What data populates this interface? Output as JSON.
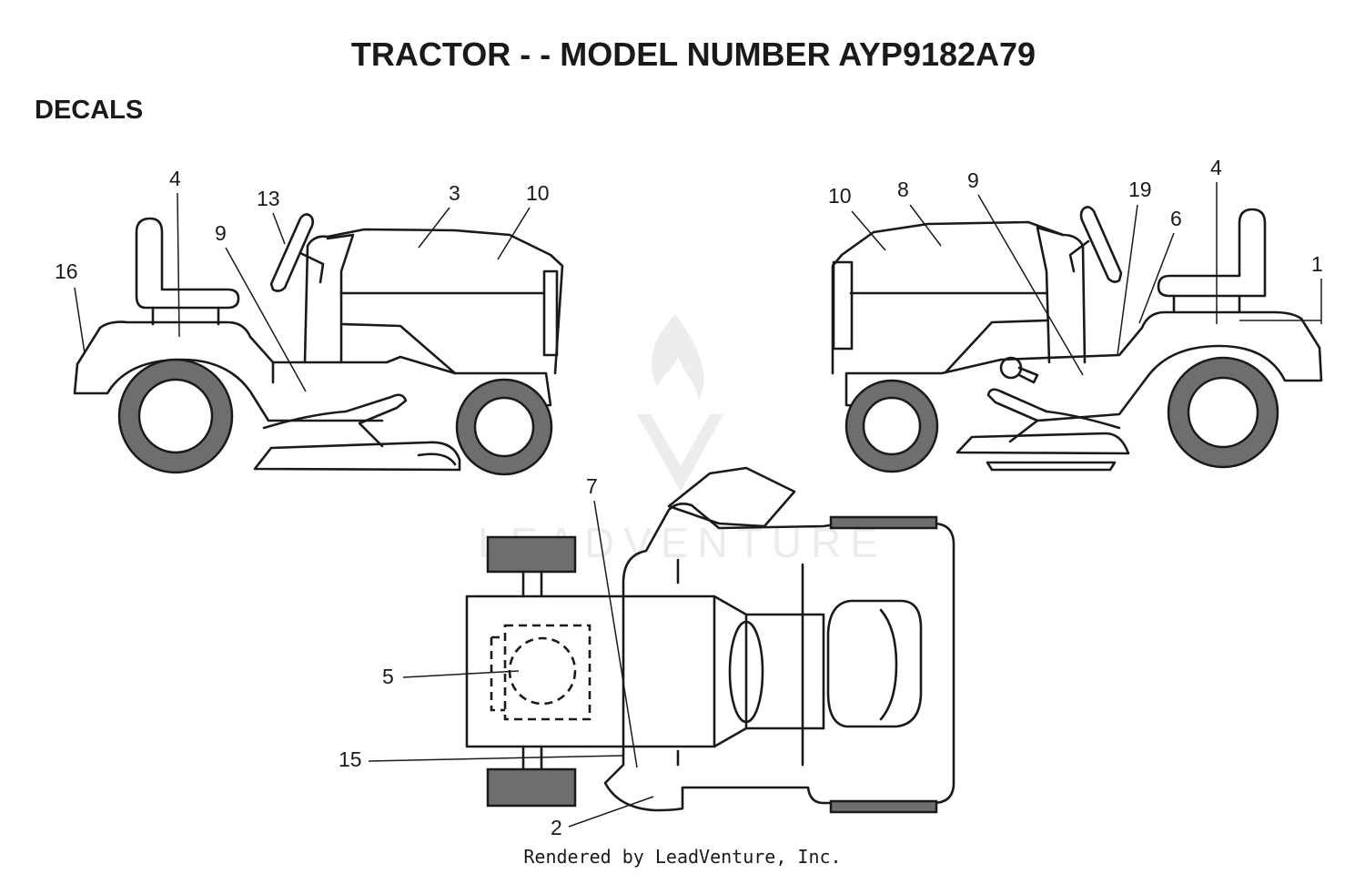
{
  "title": "TRACTOR - - MODEL NUMBER AYP9182A79",
  "section": "DECALS",
  "footer": "Rendered by LeadVenture, Inc.",
  "callouts": {
    "left_16": "16",
    "left_4": "4",
    "left_9": "9",
    "left_13": "13",
    "left_3": "3",
    "left_10": "10",
    "right_10": "10",
    "right_8": "8",
    "right_9": "9",
    "right_19": "19",
    "right_6": "6",
    "right_4": "4",
    "right_1": "1",
    "top_7": "7",
    "top_5": "5",
    "top_15": "15",
    "top_2": "2"
  }
}
